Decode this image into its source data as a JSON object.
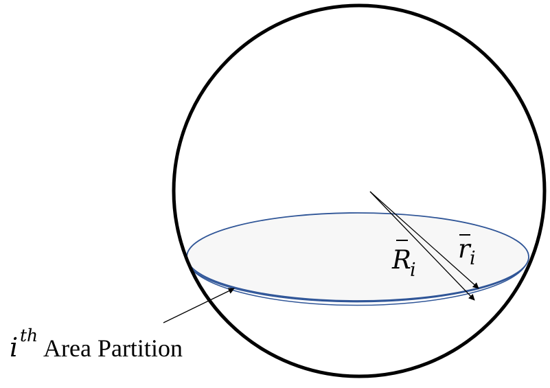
{
  "labels": {
    "big_radius": {
      "letter": "R",
      "subscript": "i"
    },
    "small_radius": {
      "letter": "r",
      "subscript": "i"
    },
    "partition": {
      "base": "i",
      "superscript": "th",
      "text": "Area Partition"
    }
  },
  "colors": {
    "sphere_stroke": "#000000",
    "disk_top_fill": "#f7f7f7",
    "disk_edge_fill": "#8faadc",
    "disk_stroke": "#2f5597",
    "text": "#000000"
  }
}
